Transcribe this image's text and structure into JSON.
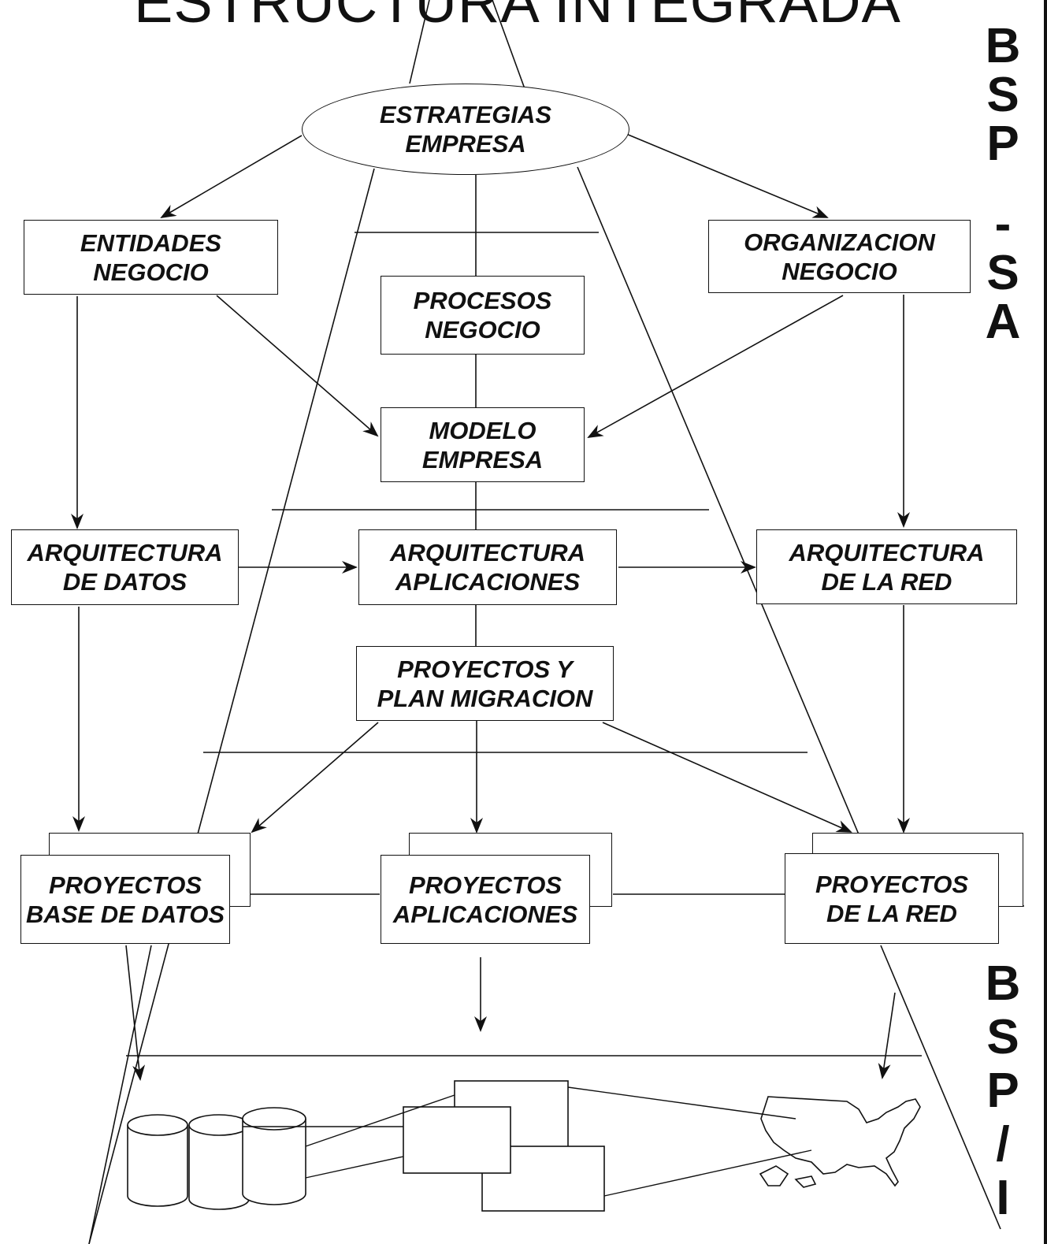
{
  "title": "ESTRUCTURA INTEGRADA",
  "top": {
    "line1": "ESTRATEGIAS",
    "line2": "EMPRESA"
  },
  "boxes": {
    "entidades": {
      "line1": "ENTIDADES",
      "line2": "NEGOCIO"
    },
    "organizacion": {
      "line1": "ORGANIZACION",
      "line2": "NEGOCIO"
    },
    "procesos": {
      "line1": "PROCESOS",
      "line2": "NEGOCIO"
    },
    "modelo": {
      "line1": "MODELO",
      "line2": "EMPRESA"
    },
    "arq_datos": {
      "line1": "ARQUITECTURA",
      "line2": "DE DATOS"
    },
    "arq_aplicaciones": {
      "line1": "ARQUITECTURA",
      "line2": "APLICACIONES"
    },
    "arq_red": {
      "line1": "ARQUITECTURA",
      "line2": "DE LA RED"
    },
    "proyectos_plan": {
      "line1": "PROYECTOS Y",
      "line2": "PLAN MIGRACION"
    },
    "proy_bd": {
      "line1": "PROYECTOS",
      "line2": "BASE DE DATOS"
    },
    "proy_apl": {
      "line1": "PROYECTOS",
      "line2": "APLICACIONES"
    },
    "proy_red": {
      "line1": "PROYECTOS",
      "line2": "DE LA RED"
    }
  },
  "side_upper": [
    "B",
    "S",
    "P",
    "-",
    "S",
    "A"
  ],
  "side_lower": [
    "B",
    "S",
    "P",
    "/",
    "I"
  ]
}
